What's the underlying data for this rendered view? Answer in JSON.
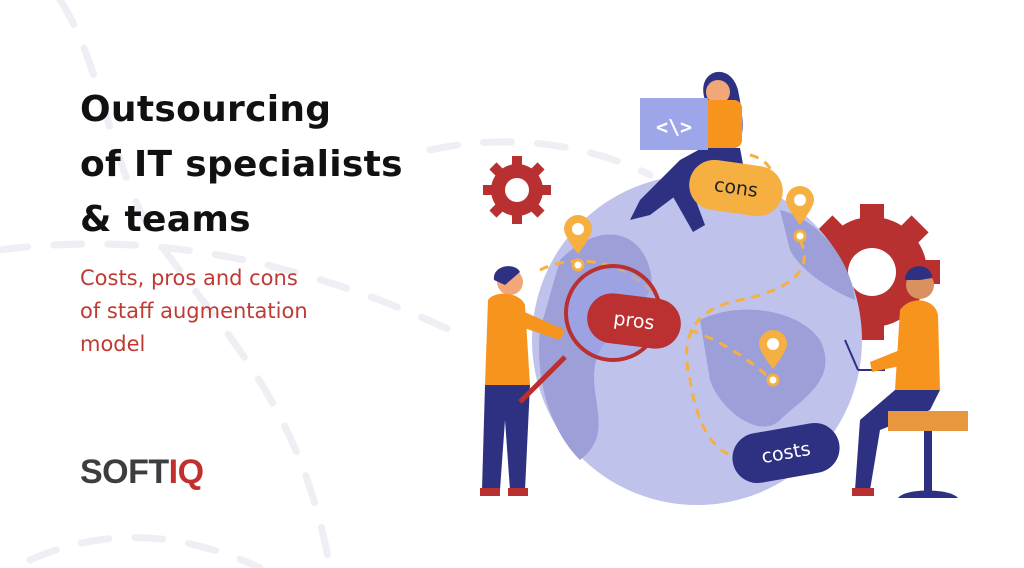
{
  "headline": {
    "lines": [
      "Outsourcing",
      "of IT specialists",
      "& teams"
    ]
  },
  "subheadline": {
    "lines": [
      "Costs, pros and cons",
      "of staff augmentation",
      "model"
    ]
  },
  "logo": {
    "text": "SOFTIQ",
    "part1": "SOFT",
    "part2": "IQ"
  },
  "illustration": {
    "labels": {
      "cons": "cons",
      "pros": "pros",
      "costs": "costs",
      "code_sign": "<\\>"
    },
    "icons": [
      "gear-icon",
      "map-pin-icon",
      "magnifying-glass-icon",
      "globe-icon",
      "laptop-icon"
    ]
  },
  "colors": {
    "accent_red": "#bf3a32",
    "navy": "#2e3182",
    "orange": "#f7941d",
    "yellow": "#f5b041",
    "globe": "#bfc2ea",
    "globe_land": "#9c9fd8",
    "gear": "#b83030"
  }
}
